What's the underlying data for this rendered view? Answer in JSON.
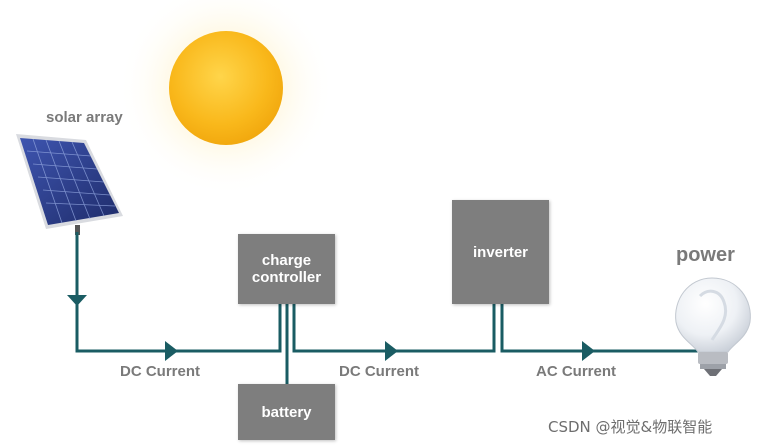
{
  "labels": {
    "solar_array": "solar array",
    "power": "power",
    "dc_current_1": "DC Current",
    "dc_current_2": "DC Current",
    "ac_current": "AC Current"
  },
  "boxes": {
    "charge_controller_line1": "charge",
    "charge_controller_line2": "controller",
    "inverter": "inverter",
    "battery": "battery"
  },
  "watermark": "CSDN @视觉&物联智能",
  "colors": {
    "wire": "#1a5c63",
    "box": "#7e7e7e",
    "sun": "#f8b61a",
    "panel": "#2d3f8c",
    "label": "#7a7a7a"
  },
  "icons": {
    "sun": "sun-icon",
    "solar_panel": "solar-panel-icon",
    "light_bulb": "light-bulb-icon"
  }
}
